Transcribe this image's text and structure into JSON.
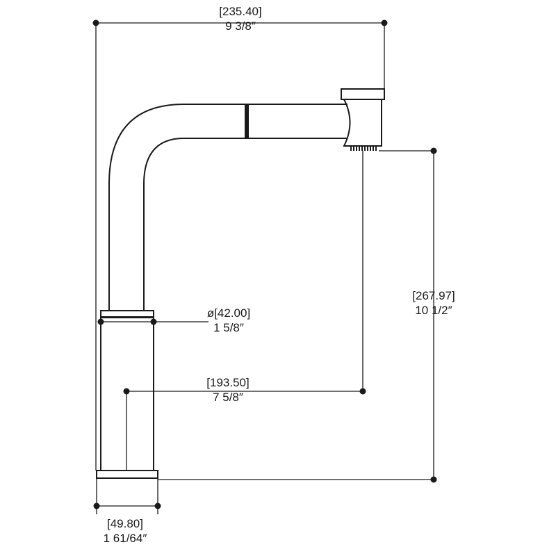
{
  "dimensions": {
    "overall_width": {
      "metric": "[235.40]",
      "imperial": "9 3/8″"
    },
    "spout_height": {
      "metric": "[267.97]",
      "imperial": "10 1/2″"
    },
    "base_diameter": {
      "metric": "ø[42.00]",
      "imperial": "1 5/8″"
    },
    "spout_reach": {
      "metric": "[193.50]",
      "imperial": "7 5/8″"
    },
    "escutcheon_width": {
      "metric": "[49.80]",
      "imperial": "1 61/64″"
    }
  },
  "colors": {
    "line": "#1a1a1a",
    "background": "#ffffff"
  }
}
